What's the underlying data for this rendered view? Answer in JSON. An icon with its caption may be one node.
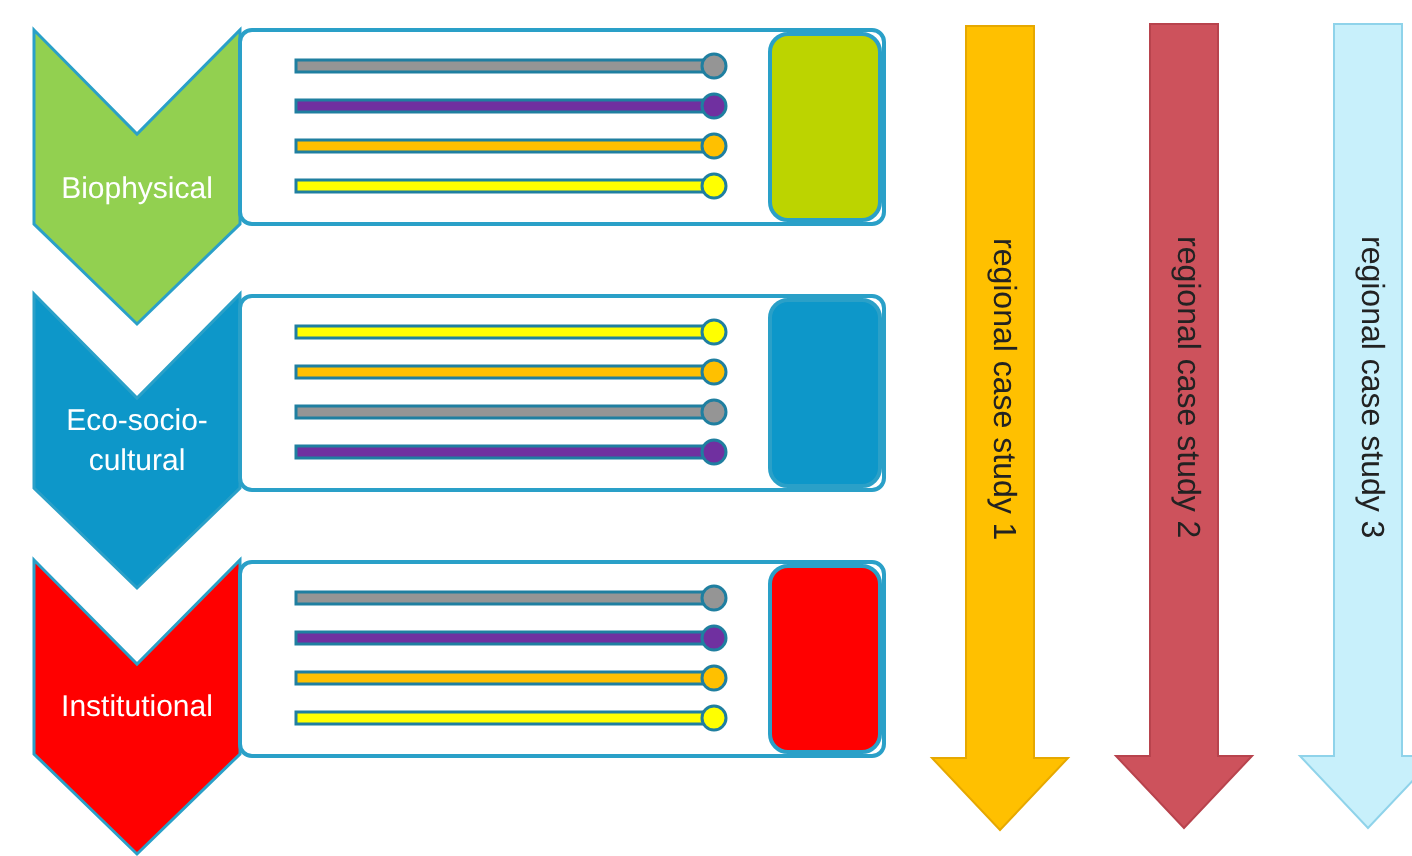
{
  "diagram": {
    "nodes": [
      {
        "text": [
          "Biophysical"
        ]
      },
      {
        "text": [],
        "shape": "box"
      },
      {
        "text": [],
        "shape": "box",
        "in": 1
      },
      {
        "text": [
          "Eco-socio-cultural"
        ]
      },
      {
        "text": [],
        "shape": "box"
      },
      {
        "text": [],
        "shape": "box",
        "in": 4
      },
      {
        "text": [
          "Institutional"
        ]
      },
      {
        "text": [],
        "shape": "box"
      },
      {
        "text": [],
        "shape": "box",
        "in": 7
      },
      {
        "text": [
          "regional case study 1"
        ]
      },
      {
        "text": [
          "regional case study 2"
        ]
      },
      {
        "text": [
          "regional case study 3"
        ]
      }
    ]
  }
}
